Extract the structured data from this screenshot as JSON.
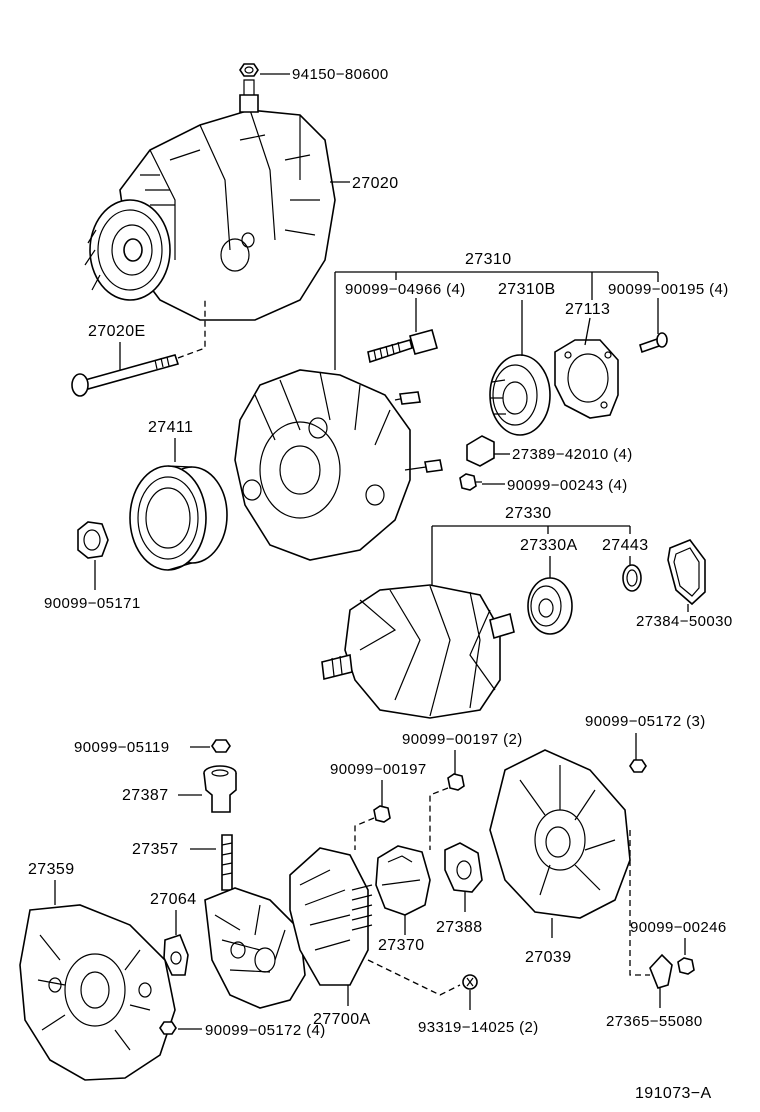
{
  "diagram_id": "191073−A",
  "labels": {
    "nut_top": "94150−80600",
    "alternator_assy": "27020",
    "frame_drive": "27310",
    "bolt_4966": "90099−04966 (4)",
    "bearing_27310B": "27310B",
    "retainer": "27113",
    "screw_0195": "90099−00195 (4)",
    "bolt_long": "27020E",
    "pulley": "27411",
    "terminal_42010": "27389−42010 (4)",
    "screw_0243": "90099−00243 (4)",
    "nut_pulley": "90099−05171",
    "rotor": "27330",
    "bearing_27330A": "27330A",
    "ring_27443": "27443",
    "cover_50030": "27384−50030",
    "screw_0197_2": "90099−00197 (2)",
    "nut_05172_3": "90099−05172 (3)",
    "nut_05119": "90099−05119",
    "screw_0197": "90099−00197",
    "insulator_27387": "27387",
    "terminal_27357": "27357",
    "rear_cover_27359": "27359",
    "seal_27064": "27064",
    "brush_holder_27370": "27370",
    "cover_27388": "27388",
    "frame_rear_27039": "27039",
    "screw_0246": "90099−00246",
    "regulator_27700A": "27700A",
    "bolt_14025": "93319−14025 (2)",
    "terminal_55080": "27365−55080",
    "nut_05172_4": "90099−05172 (4)"
  }
}
